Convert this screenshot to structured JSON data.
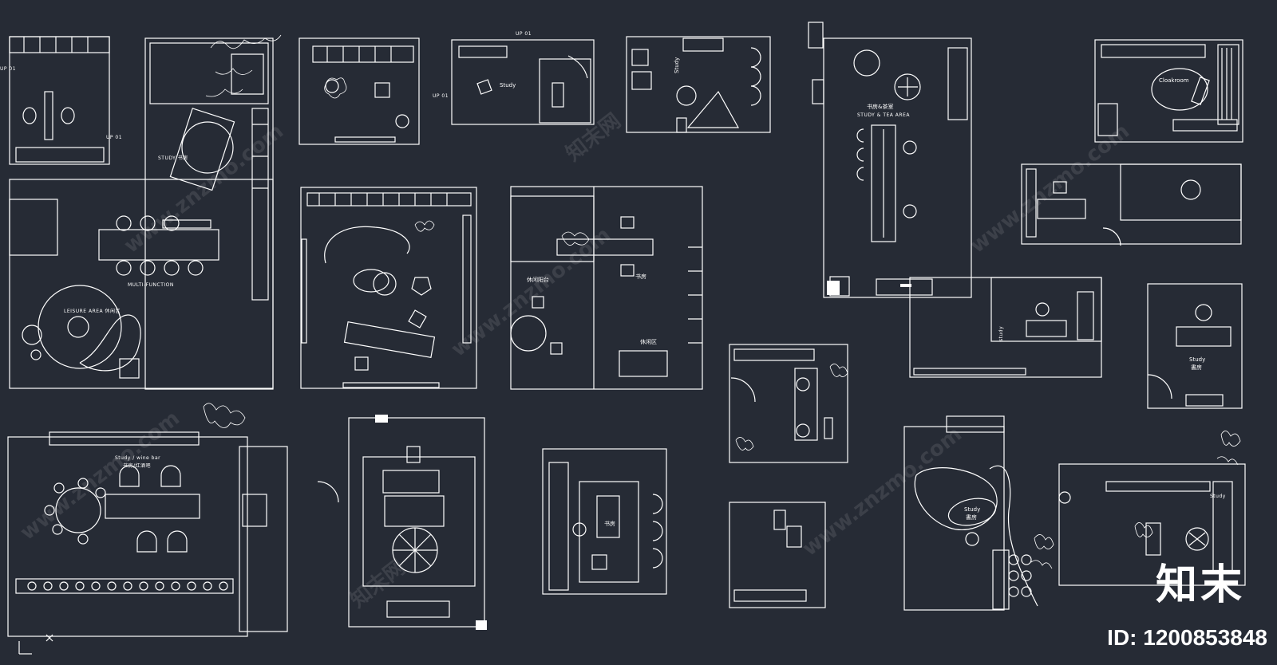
{
  "colors": {
    "background": "#262b35",
    "line": "#ffffff"
  },
  "labels": {
    "study_shufang_1": "STUDY 书房",
    "multi_function": "MULTI-FUNCTION",
    "leisure_area": "LEISURE AREA 休闲区",
    "up_01_a": "UP 01",
    "up_01_b": "UP 01",
    "up_01_c": "UP 01",
    "up_01_d": "UP 01",
    "study_2": "Study",
    "study_3": "Study",
    "study_tea_cn": "书房&茶室",
    "study_tea_en": "STUDY & TEA AREA",
    "cloakroom": "Cloakroom",
    "leisure_balcony": "休闲阳台",
    "study_room_cn": "书房",
    "leisure_zone": "休闲区",
    "study_en_rot": "study",
    "study_right": "Study",
    "study_right_cn": "書房",
    "study_wine_en": "Study / wine bar",
    "study_wine_cn": "书房/红酒吧",
    "study_mid": "书房",
    "study_curved": "Study",
    "study_curved_cn": "書房",
    "study_br": "Study"
  },
  "watermark": {
    "text": "www.znzmo.com",
    "brand_text": "知末网"
  },
  "brand": {
    "logo": "知末",
    "id": "ID: 1200853848"
  }
}
